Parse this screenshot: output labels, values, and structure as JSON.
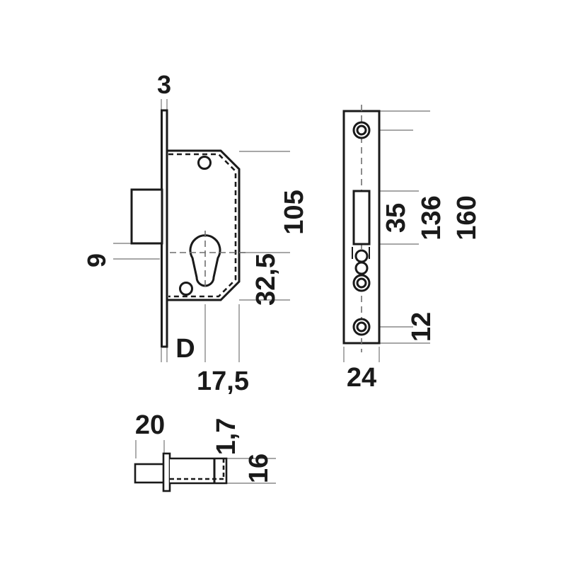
{
  "drawing": {
    "title": "Mortise lock technical drawing",
    "background_color": "#ffffff",
    "line_color": "#1a1a1a",
    "thin_line_color": "#8a8a8a",
    "views": {
      "front": {
        "name": "front-elevation-view",
        "labels": {
          "faceplate_thickness": "3",
          "bolt_projection": "9",
          "backset": "17,5",
          "centre_distance": "32,5",
          "body_height": "105",
          "direction_marker": "D"
        }
      },
      "side": {
        "name": "faceplate-side-view",
        "labels": {
          "faceplate_width": "24",
          "slot_length": "35",
          "screw_centres": "136",
          "faceplate_length": "160",
          "edge_distance": "12"
        }
      },
      "strike": {
        "name": "strike-plate-detail-view",
        "labels": {
          "plate_width": "20",
          "plate_thickness": "1,7",
          "box_depth": "16"
        }
      }
    },
    "dimension_list": [
      {
        "id": "d-3",
        "value": "3",
        "view": "front",
        "meaning": "faceplate thickness"
      },
      {
        "id": "d-9",
        "value": "9",
        "view": "front",
        "meaning": "bolt projection"
      },
      {
        "id": "d-175",
        "value": "17,5",
        "view": "front",
        "meaning": "backset"
      },
      {
        "id": "d-325",
        "value": "32,5",
        "view": "front",
        "meaning": "cylinder centre to bottom"
      },
      {
        "id": "d-105",
        "value": "105",
        "view": "front",
        "meaning": "case height"
      },
      {
        "id": "d-D",
        "value": "D",
        "view": "front",
        "meaning": "detail marker"
      },
      {
        "id": "d-24",
        "value": "24",
        "view": "side",
        "meaning": "faceplate width"
      },
      {
        "id": "d-35",
        "value": "35",
        "view": "side",
        "meaning": "slot length"
      },
      {
        "id": "d-136",
        "value": "136",
        "view": "side",
        "meaning": "screw hole centres"
      },
      {
        "id": "d-160",
        "value": "160",
        "view": "side",
        "meaning": "faceplate length"
      },
      {
        "id": "d-12",
        "value": "12",
        "view": "side",
        "meaning": "end screw to edge"
      },
      {
        "id": "d-20",
        "value": "20",
        "view": "strike",
        "meaning": "strike plate width"
      },
      {
        "id": "d-17b",
        "value": "1,7",
        "view": "strike",
        "meaning": "plate thickness"
      },
      {
        "id": "d-16",
        "value": "16",
        "view": "strike",
        "meaning": "box depth"
      }
    ]
  }
}
